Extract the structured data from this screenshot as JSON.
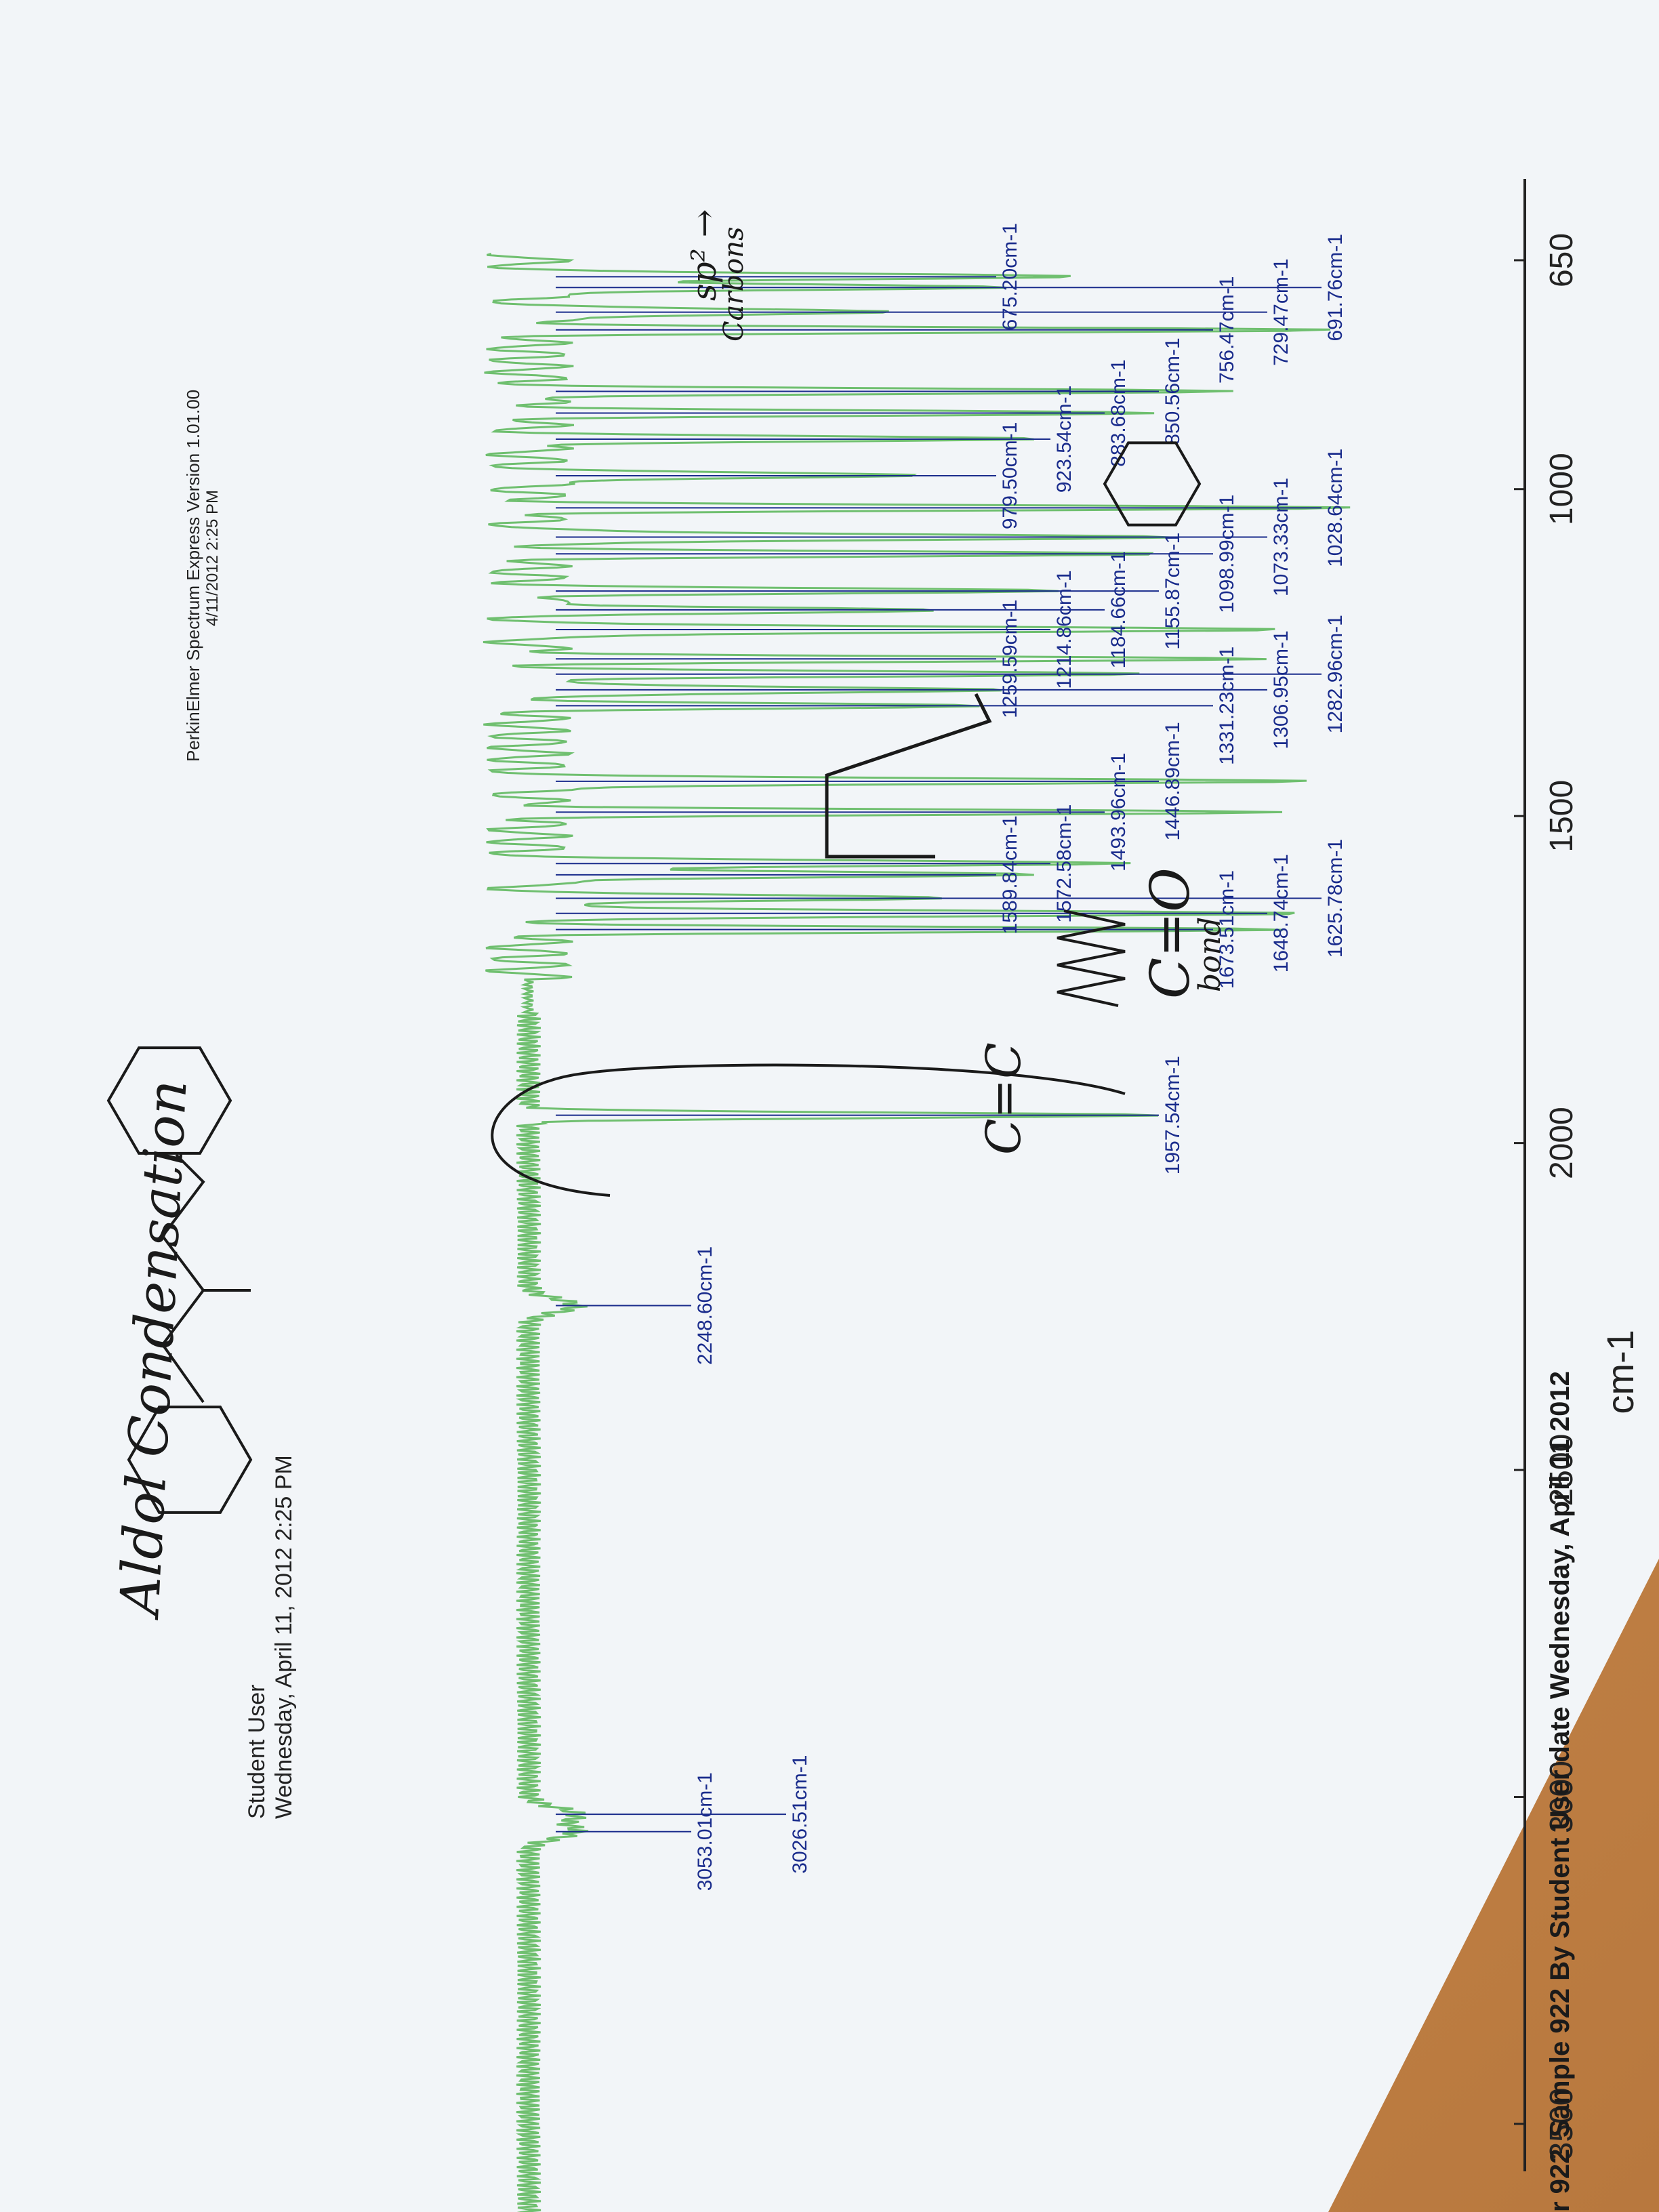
{
  "header": {
    "user": "Student User",
    "date": "Wednesday, April 11, 2012 2:25 PM",
    "software": "PerkinElmer Spectrum Express Version 1.01.00",
    "software_date": "4/11/2012 2:25 PM",
    "footer": "Sample 922 By Student User date Wednesday, April 11 2012",
    "footer_left": "r 922"
  },
  "annotations": {
    "title": "Aldol Condensation",
    "sp2": "sp² →",
    "carbons": "Carbons",
    "c_o_bond": "C=O",
    "bond": "bond",
    "c_c": "C=C",
    "arrow": "→"
  },
  "colors": {
    "paper": "#f4f6f8",
    "trace": "#6fbf6f",
    "labels": "#1a2c8c",
    "ink": "#1a1a1a"
  },
  "chart_data": {
    "type": "line",
    "title": "",
    "xlabel": "cm-1",
    "ylabel": "",
    "x_ticks": [
      3500,
      3000,
      2500,
      2000,
      1500,
      1000,
      650
    ],
    "x_reversed": true,
    "series": [
      {
        "color": "#6fbf6f",
        "peaks": [
          {
            "x": 3053.01,
            "label": "3053.01cm-1"
          },
          {
            "x": 3026.51,
            "label": "3026.51cm-1"
          },
          {
            "x": 2248.6,
            "label": "2248.60cm-1"
          },
          {
            "x": 1957.54,
            "label": "1957.54cm-1"
          },
          {
            "x": 1673.51,
            "label": "1673.51cm-1"
          },
          {
            "x": 1648.74,
            "label": "1648.74cm-1"
          },
          {
            "x": 1625.78,
            "label": "1625.78cm-1"
          },
          {
            "x": 1589.84,
            "label": "1589.84cm-1"
          },
          {
            "x": 1572.58,
            "label": "1572.58cm-1"
          },
          {
            "x": 1493.96,
            "label": "1493.96cm-1"
          },
          {
            "x": 1446.89,
            "label": "1446.89cm-1"
          },
          {
            "x": 1331.23,
            "label": "1331.23cm-1"
          },
          {
            "x": 1306.95,
            "label": "1306.95cm-1"
          },
          {
            "x": 1282.96,
            "label": "1282.96cm-1"
          },
          {
            "x": 1259.59,
            "label": "1259.59cm-1"
          },
          {
            "x": 1214.86,
            "label": "1214.86cm-1"
          },
          {
            "x": 1184.66,
            "label": "1184.66cm-1"
          },
          {
            "x": 1155.87,
            "label": "1155.87cm-1"
          },
          {
            "x": 1098.99,
            "label": "1098.99cm-1"
          },
          {
            "x": 1073.33,
            "label": "1073.33cm-1"
          },
          {
            "x": 1028.64,
            "label": "1028.64cm-1"
          },
          {
            "x": 979.5,
            "label": "979.50cm-1"
          },
          {
            "x": 923.54,
            "label": "923.54cm-1"
          },
          {
            "x": 883.68,
            "label": "883.68cm-1"
          },
          {
            "x": 850.56,
            "label": "850.56cm-1"
          },
          {
            "x": 756.47,
            "label": "756.47cm-1"
          },
          {
            "x": 729.47,
            "label": "729.47cm-1"
          },
          {
            "x": 691.76,
            "label": "691.76cm-1"
          },
          {
            "x": 675.2,
            "label": "675.20cm-1"
          }
        ]
      }
    ]
  }
}
